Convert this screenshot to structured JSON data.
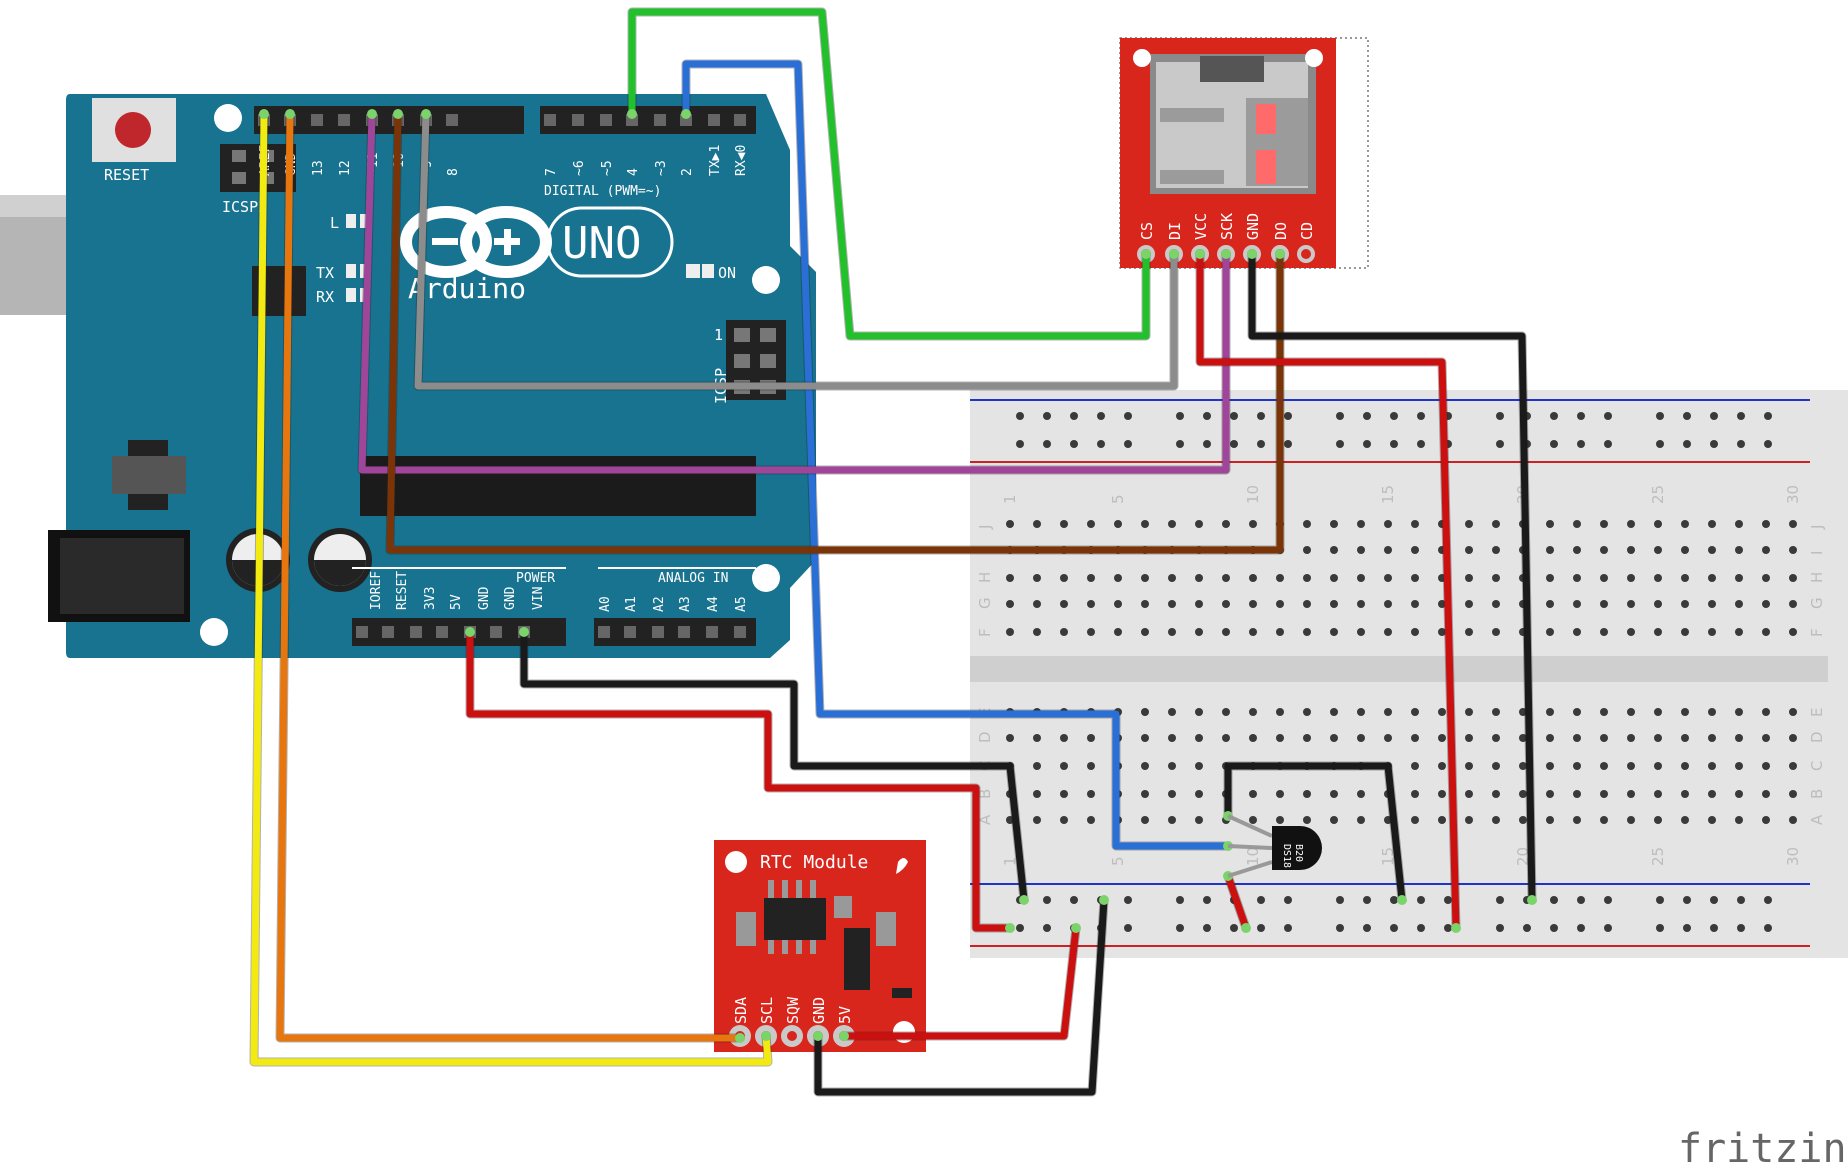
{
  "arduino": {
    "model": "UNO",
    "brand": "Arduino",
    "reset_label": "RESET",
    "icsp2_label": "ICSP2",
    "icsp_label": "ICSP",
    "icsp_pin1": "1",
    "digital_label": "DIGITAL (PWM=~)",
    "power_label": "POWER",
    "analog_label": "ANALOG IN",
    "on_label": "ON",
    "l_label": "L",
    "tx_label": "TX",
    "rx_label": "RX",
    "top_pins": [
      "AREF",
      "GND",
      "13",
      "12",
      "~11",
      "~10",
      "~9",
      "8",
      "7",
      "~6",
      "~5",
      "4",
      "~3",
      "2",
      "TX▶1",
      "RX◀0"
    ],
    "power_pins": [
      "IOREF",
      "RESET",
      "3V3",
      "5V",
      "GND",
      "GND",
      "VIN"
    ],
    "analog_pins": [
      "A0",
      "A1",
      "A2",
      "A3",
      "A4",
      "A5"
    ]
  },
  "sd_module": {
    "pins": [
      "CS",
      "DI",
      "VCC",
      "SCK",
      "GND",
      "DO",
      "CD"
    ]
  },
  "rtc_module": {
    "title": "RTC Module",
    "pins": [
      "SDA",
      "SCL",
      "SQW",
      "GND",
      "5V"
    ]
  },
  "sensor": {
    "label_line1": "DS18",
    "label_line2": "B20"
  },
  "breadboard": {
    "column_numbers": [
      "1",
      "5",
      "10",
      "15",
      "20",
      "25",
      "30"
    ],
    "row_letters_top": [
      "J",
      "I",
      "H",
      "G",
      "F"
    ],
    "row_letters_bottom": [
      "E",
      "D",
      "C",
      "B",
      "A"
    ]
  },
  "colors": {
    "board": "#17738f",
    "module_red": "#d9261c",
    "wire_green": "#22c02a",
    "wire_blue": "#2a6fd6",
    "wire_gray": "#8c8c8c",
    "wire_purple": "#a0469a",
    "wire_brown": "#7a3408",
    "wire_yellow": "#f2ea10",
    "wire_orange": "#e8760e",
    "wire_red": "#cc1010",
    "wire_black": "#1a1a1a"
  },
  "watermark": "fritzing"
}
